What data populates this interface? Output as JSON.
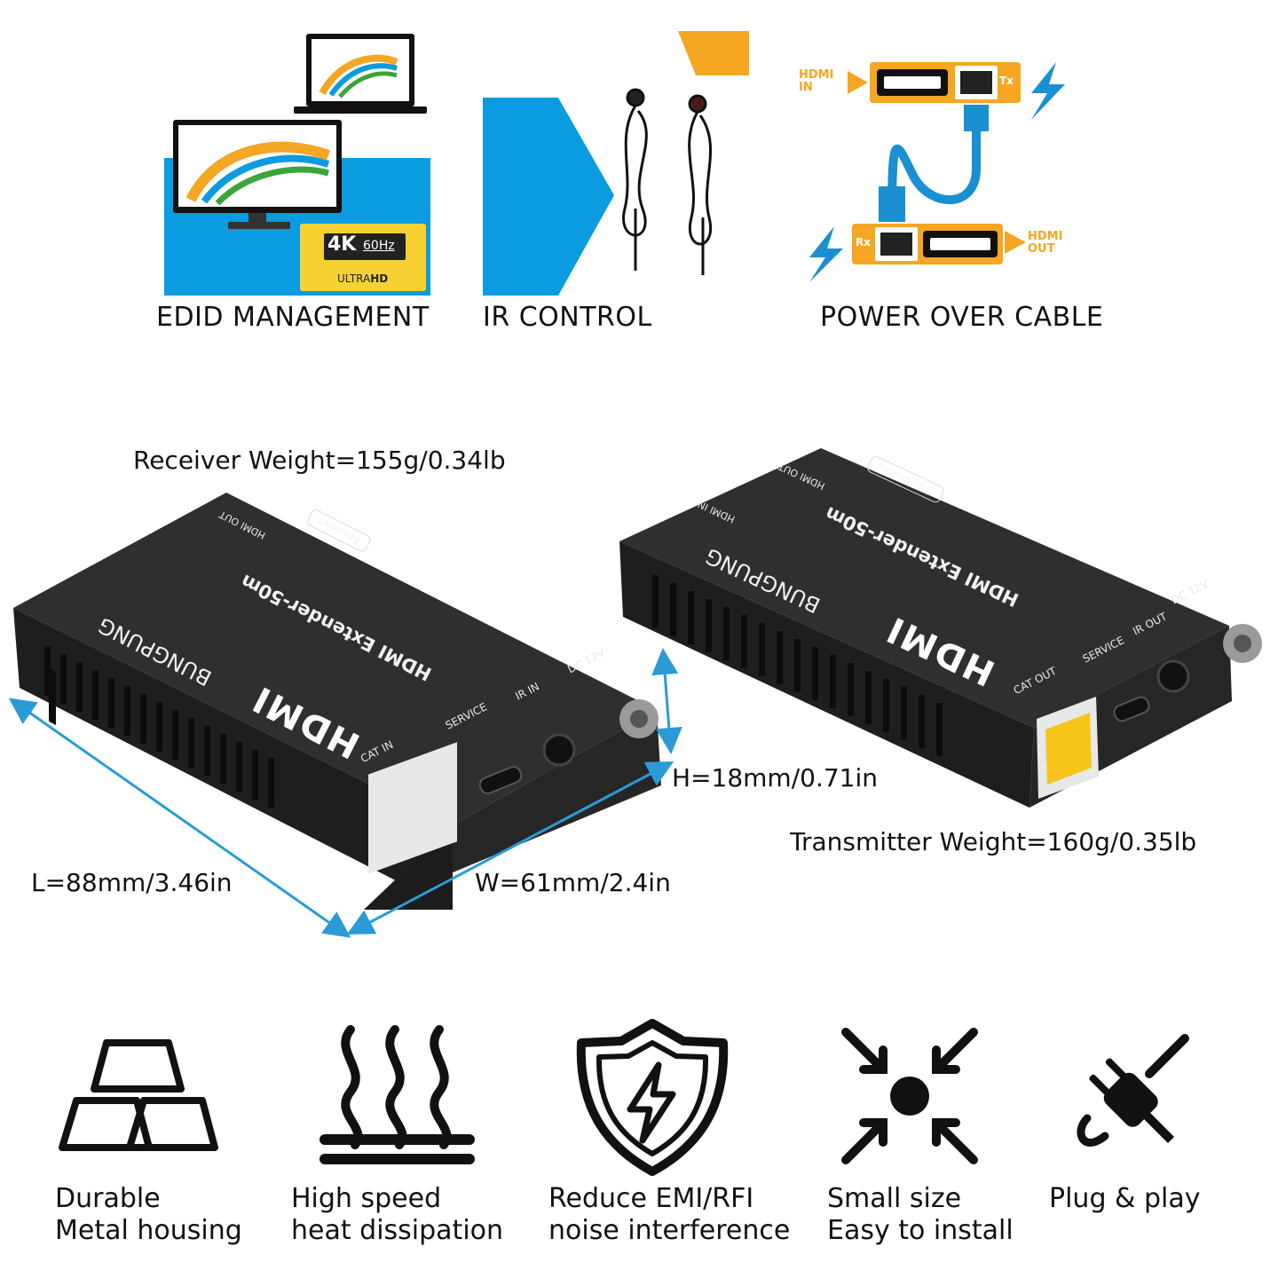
{
  "features": [
    {
      "id": "edid",
      "title": "EDID MANAGEMENT"
    },
    {
      "id": "ir",
      "title": "IR CONTROL"
    },
    {
      "id": "poc",
      "title": "POWER OVER CABLE"
    }
  ],
  "edid_badge": {
    "main": "4K",
    "rate": "60Hz",
    "sub": "ULTRA",
    "sub_bold": "HD"
  },
  "poc_labels": {
    "hdmi_in": "HDMI IN",
    "hdmi_out": "HDMI OUT",
    "tx": "Tx",
    "rx": "Rx"
  },
  "receiver": {
    "weight": "Receiver Weight=155g/0.34lb",
    "brand": "BUNGPUNG",
    "model": "HDMI Extender-50m",
    "badge": "Receiver",
    "logo": "HDMI",
    "ports": {
      "top": "HDMI OUT",
      "cat": "CAT IN",
      "service": "SERVICE",
      "ir": "IR IN",
      "dc": "DC 12V"
    }
  },
  "transmitter": {
    "weight": "Transmitter Weight=160g/0.35lb",
    "brand": "BUNGPUNG",
    "model": "HDMI Extender-50m",
    "badge": "Transmitter",
    "logo": "HDMI",
    "ports": {
      "top1": "HDMI OUT",
      "top2": "HDMI IN",
      "cat": "CAT OUT",
      "service": "SERVICE",
      "ir": "IR OUT",
      "dc": "DC 12V"
    }
  },
  "dimensions": {
    "height": "H=18mm/0.71in",
    "length": "L=88mm/3.46in",
    "width": "W=61mm/2.4in"
  },
  "icons": [
    {
      "icon": "metal-bars-icon",
      "line1": "Durable",
      "line2": "Metal housing"
    },
    {
      "icon": "heat-icon",
      "line1": "High speed",
      "line2": "heat dissipation"
    },
    {
      "icon": "shield-bolt-icon",
      "line1": "Reduce EMI/RFI",
      "line2": "noise interference"
    },
    {
      "icon": "compress-icon",
      "line1": "Small size",
      "line2": "Easy to install"
    },
    {
      "icon": "plug-icon",
      "line1": "Plug & play",
      "line2": ""
    }
  ],
  "colors": {
    "blue": "#0a9be0",
    "orange": "#f5a623",
    "yellow": "#f5d232",
    "device": "#2a2a2a",
    "dim_line": "#2a9bd6"
  }
}
